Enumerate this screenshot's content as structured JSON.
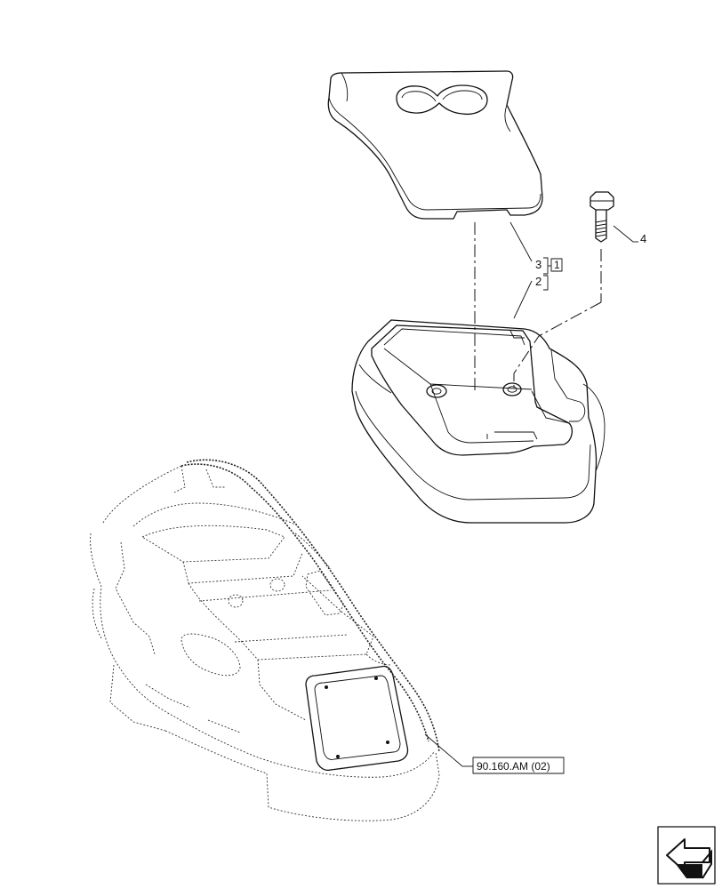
{
  "callouts": {
    "item_4": "4",
    "item_3": "3",
    "item_2": "2",
    "note_1": "1",
    "reference": "90.160.AM (02)"
  },
  "icons": {
    "nav": "navigate-arrow-icon"
  }
}
